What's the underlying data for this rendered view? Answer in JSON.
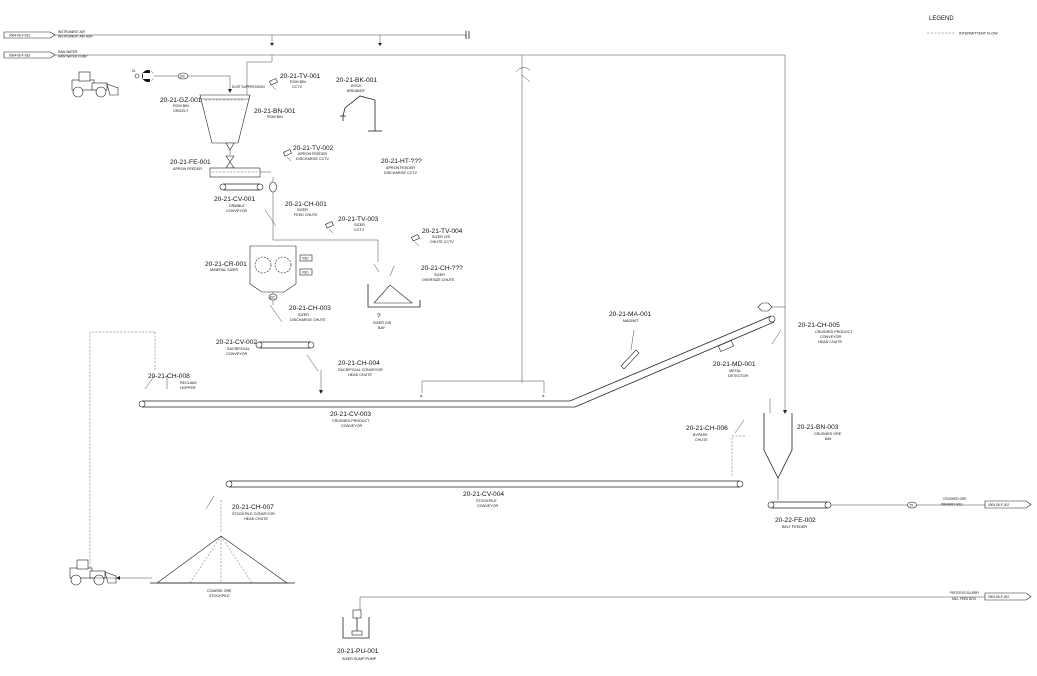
{
  "legend": {
    "title": "LEGEND",
    "intermittent_flow": "INTERMITTENT FLOW"
  },
  "offpage": {
    "instrument_air": {
      "ref": "0004-06-F-022",
      "line1": "INSTRUMENT AIR",
      "line2": "INSTRUMENT AIR HDR"
    },
    "raw_water": {
      "ref": "0004-06-F-033",
      "line1": "RAW WATER",
      "line2": "RAW WATER PUMP"
    },
    "crushed_ore": {
      "ref": "0004-06-F-002",
      "line1": "CRUSHED ORE",
      "line2": "PRIMARY MILL"
    },
    "process_slurry": {
      "ref": "0004-06-F-002",
      "line1": "PROCESS SLURRY",
      "line2": "MILL FEED BOX"
    }
  },
  "stream_numbers": {
    "s1": "01",
    "s2": "100",
    "s3": "102",
    "s4": "79"
  },
  "notes": {
    "dust_suppression": "DUST SUPPRESSION",
    "vsd1": "VSD",
    "vsd2": "VSD"
  },
  "equipment": {
    "tv001": {
      "tag": "20-21-TV-001",
      "desc1": "ROM BIN",
      "desc2": "CCTV"
    },
    "bk001": {
      "tag": "20-21-BK-001",
      "desc1": "ROCK",
      "desc2": "BREAKER"
    },
    "gz001": {
      "tag": "20-21-GZ-001",
      "desc1": "ROM BIN",
      "desc2": "GRIZZLY"
    },
    "bn001": {
      "tag": "20-21-BN-001",
      "desc1": "ROM BIN"
    },
    "tv002": {
      "tag": "20-21-TV-002",
      "desc1": "APRON FEEDER",
      "desc2": "DISCHARGE CCTV"
    },
    "fe001": {
      "tag": "20-21-FE-001",
      "desc1": "APRON FEEDER"
    },
    "ht": {
      "tag": "20-21-HT-???",
      "desc1": "APRON FEEDER",
      "desc2": "DISCHARGE CCTV"
    },
    "cv001": {
      "tag": "20-21-CV-001",
      "desc1": "DRIBBLE",
      "desc2": "CONVEYOR"
    },
    "ch001": {
      "tag": "20-21-CH-001",
      "desc1": "SIZER",
      "desc2": "FEED CHUTE"
    },
    "tv003": {
      "tag": "20-21-TV-003",
      "desc1": "SIZER",
      "desc2": "CCTV"
    },
    "tv004": {
      "tag": "20-21-TV-004",
      "desc1": "SIZER O/S",
      "desc2": "CHUTE CCTV"
    },
    "cr001": {
      "tag": "20-21-CR-001",
      "desc1": "MINERAL SIZER"
    },
    "ch_os": {
      "tag": "20-21-CH-???",
      "desc1": "SIZER",
      "desc2": "OVERSIZE CHUTE"
    },
    "bay": {
      "tag": "?",
      "desc1": "SIZER O/S",
      "desc2": "BAY"
    },
    "ch003": {
      "tag": "20-21-CH-003",
      "desc1": "SIZER",
      "desc2": "DISCHARGE CHUTE"
    },
    "ma001": {
      "tag": "20-21-MA-001",
      "desc1": "MAGNET"
    },
    "ch005": {
      "tag": "20-21-CH-005",
      "desc1": "CRUSHED PRODUCT",
      "desc2": "CONVEYOR",
      "desc3": "HEAD CHUTE"
    },
    "cv002": {
      "tag": "20-21-CV-002",
      "desc1": "SACRIFICIAL",
      "desc2": "CONVEYOR"
    },
    "ch004": {
      "tag": "20-21-CH-004",
      "desc1": "SACRIFICIAL CONVEYOR",
      "desc2": "HEAD CHUTE"
    },
    "md001": {
      "tag": "20-21-MD-001",
      "desc1": "METAL",
      "desc2": "DETECTOR"
    },
    "ch008": {
      "tag": "20-21-CH-008",
      "desc1": "RECLAIM",
      "desc2": "HOPPER"
    },
    "cv003": {
      "tag": "20-21-CV-003",
      "desc1": "CRUSHED PRODUCT",
      "desc2": "CONVEYOR"
    },
    "bn003": {
      "tag": "20-21-BN-003",
      "desc1": "CRUSHED ORE",
      "desc2": "BIN"
    },
    "ch006": {
      "tag": "20-21-CH-006",
      "desc1": "BYPASS",
      "desc2": "CHUTE"
    },
    "cv004": {
      "tag": "20-21-CV-004",
      "desc1": "STOCKPILE",
      "desc2": "CONVEYOR"
    },
    "ch007": {
      "tag": "20-21-CH-007",
      "desc1": "STOCKPILE CONVEYOR",
      "desc2": "HEAD CHUTE"
    },
    "fe002": {
      "tag": "20-22-FE-002",
      "desc1": "BELT FEEDER"
    },
    "stockpile": {
      "desc1": "COARSE ORE",
      "desc2": "STOCKPILE"
    },
    "pu001": {
      "tag": "20-21-PU-001",
      "desc1": "SIZER SUMP PUMP"
    }
  }
}
